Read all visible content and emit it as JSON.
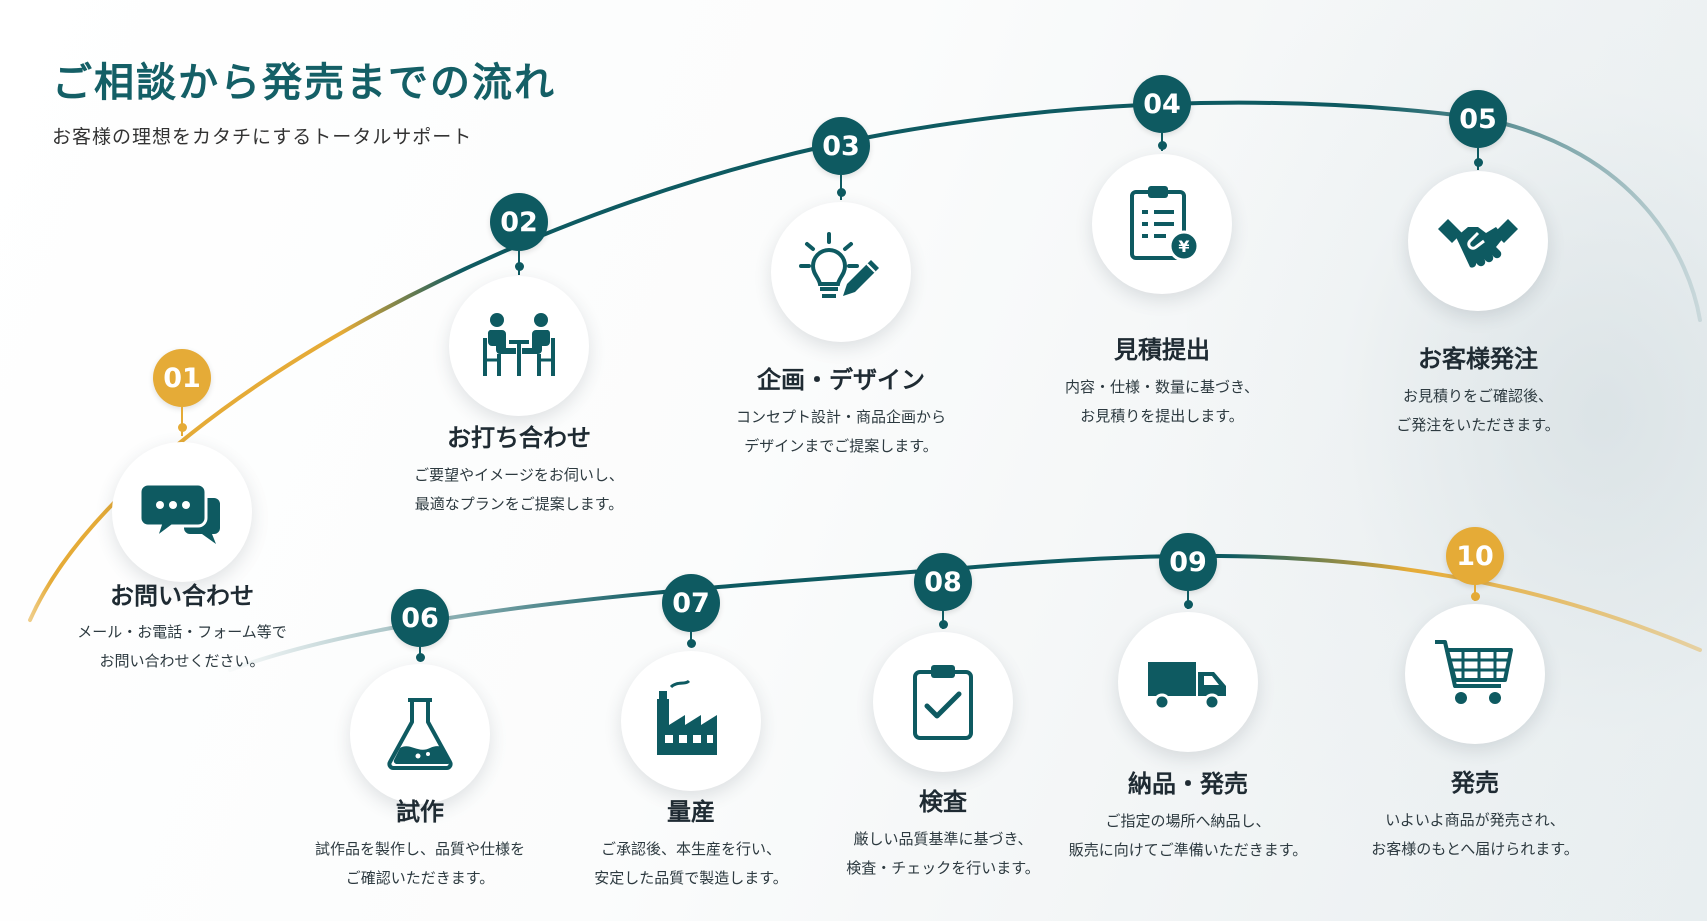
{
  "header": {
    "title": "ご相談から発売までの流れ",
    "subtitle": "お客様の理想をカタチにするトータルサポート"
  },
  "colors": {
    "teal": "#0e5a61",
    "gold": "#e5ab37"
  },
  "steps": [
    {
      "num": "01",
      "title": "お問い合わせ",
      "desc1": "メール・お電話・フォーム等で",
      "desc2": "お問い合わせください。",
      "icon": "chat-bubbles-icon",
      "accent": "gold"
    },
    {
      "num": "02",
      "title": "お打ち合わせ",
      "desc1": "ご要望やイメージをお伺いし、",
      "desc2": "最適なプランをご提案します。",
      "icon": "meeting-icon",
      "accent": "teal"
    },
    {
      "num": "03",
      "title": "企画・デザイン",
      "desc1": "コンセプト設計・商品企画から",
      "desc2": "デザインまでご提案します。",
      "icon": "lightbulb-pencil-icon",
      "accent": "teal"
    },
    {
      "num": "04",
      "title": "見積提出",
      "desc1": "内容・仕様・数量に基づき、",
      "desc2": "お見積りを提出します。",
      "icon": "clipboard-yen-icon",
      "accent": "teal"
    },
    {
      "num": "05",
      "title": "お客様発注",
      "desc1": "お見積りをご確認後、",
      "desc2": "ご発注をいただきます。",
      "icon": "handshake-icon",
      "accent": "teal"
    },
    {
      "num": "06",
      "title": "試作",
      "desc1": "試作品を製作し、品質や仕様を",
      "desc2": "ご確認いただきます。",
      "icon": "flask-icon",
      "accent": "teal"
    },
    {
      "num": "07",
      "title": "量産",
      "desc1": "ご承認後、本生産を行い、",
      "desc2": "安定した品質で製造します。",
      "icon": "factory-icon",
      "accent": "teal"
    },
    {
      "num": "08",
      "title": "検査",
      "desc1": "厳しい品質基準に基づき、",
      "desc2": "検査・チェックを行います。",
      "icon": "clipboard-check-icon",
      "accent": "teal"
    },
    {
      "num": "09",
      "title": "納品・発売",
      "desc1": "ご指定の場所へ納品し、",
      "desc2": "販売に向けてご準備いただきます。",
      "icon": "truck-icon",
      "accent": "teal"
    },
    {
      "num": "10",
      "title": "発売",
      "desc1": "いよいよ商品が発売され、",
      "desc2": "お客様のもとへ届けられます。",
      "icon": "shopping-cart-icon",
      "accent": "gold"
    }
  ]
}
